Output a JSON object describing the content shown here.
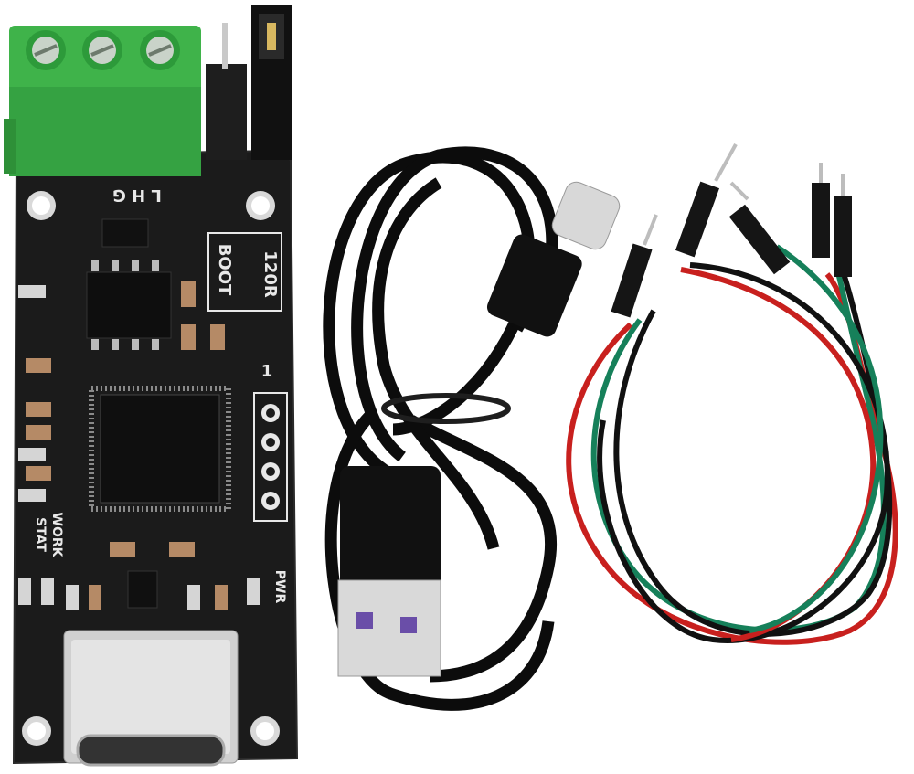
{
  "pcb": {
    "label_lhg": "L H G",
    "label_120r": "120R",
    "label_boot": "BOOT",
    "label_pin1": "1",
    "label_work": "WORK",
    "label_stat": "STAT",
    "label_pwr": "PWR"
  },
  "colors": {
    "background": "#ffffff",
    "pcb": "#1a1a1a",
    "silkscreen": "#e8e8e8",
    "terminal_block": "#3fb34a",
    "cable": "#0c0c0c",
    "wire_red": "#c8201e",
    "wire_green": "#16805a",
    "wire_black": "#111111",
    "usb_tongue": "#6a4ea8"
  },
  "icons": {
    "board": "usb-can-adapter-board",
    "cable": "usb-a-to-usb-c-cable",
    "wires": "dupont-jumper-wires"
  }
}
